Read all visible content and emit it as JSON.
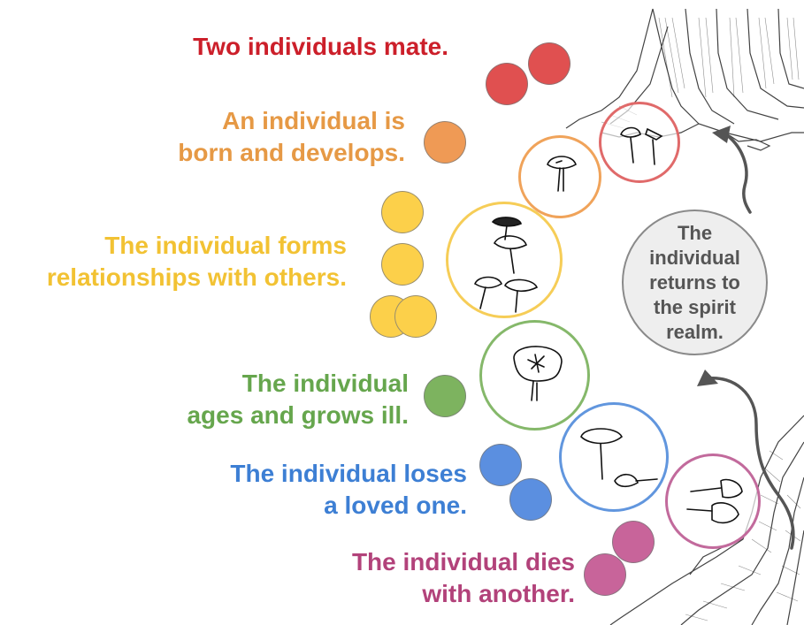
{
  "colors": {
    "mate": "#cc1f2a",
    "born": "#e69945",
    "relationships": "#f2c233",
    "ages": "#66a64d",
    "loss": "#3d7fd4",
    "dies": "#b2427a",
    "mate_dot": "#e05050",
    "born_dot": "#ef9a55",
    "relationships_dot": "#fcd04a",
    "ages_dot": "#7db35f",
    "loss_dot": "#5b8fe0",
    "dies_dot": "#c8649a",
    "spirit_text": "#555555",
    "spirit_fill": "#eeeeee",
    "arrow": "#555555"
  },
  "stages": {
    "mate": {
      "lines": [
        "Two individuals mate."
      ]
    },
    "born": {
      "lines": [
        "An individual is",
        "born and develops."
      ]
    },
    "relationships": {
      "lines": [
        "The individual forms",
        "relationships with others."
      ]
    },
    "ages": {
      "lines": [
        "The individual",
        "ages and grows ill."
      ]
    },
    "loss": {
      "lines": [
        "The individual loses",
        "a loved one."
      ]
    },
    "dies": {
      "lines": [
        "The individual dies",
        "with another."
      ]
    }
  },
  "spirit": {
    "lines": [
      "The",
      "individual",
      "returns to",
      "the spirit",
      "realm."
    ]
  },
  "icons": {
    "tree": "tree-stump-roots-icon",
    "mushroom": "mushroom-icon",
    "arrow": "curved-arrow-icon"
  }
}
